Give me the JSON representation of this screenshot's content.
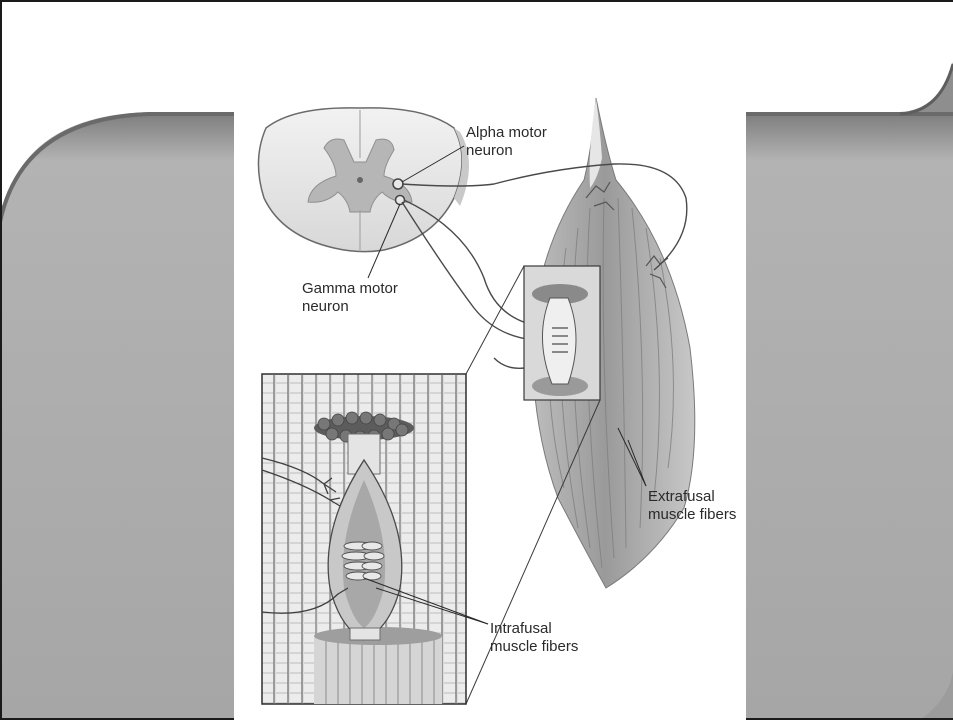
{
  "diagram": {
    "labels": {
      "alpha_motor_neuron": [
        "Alpha motor",
        "neuron"
      ],
      "gamma_motor_neuron": [
        "Gamma motor",
        "neuron"
      ],
      "extrafusal_muscle_fibers": [
        "Extrafusal",
        "muscle fibers"
      ],
      "intrafusal_muscle_fibers": [
        "Intrafusal",
        "muscle fibers"
      ]
    }
  },
  "colors": {
    "slide_band": "#a9a9a9",
    "slide_band_edge": "#6f6f6f",
    "figure_background": "#ffffff",
    "line_art": "#3a3a3a"
  }
}
